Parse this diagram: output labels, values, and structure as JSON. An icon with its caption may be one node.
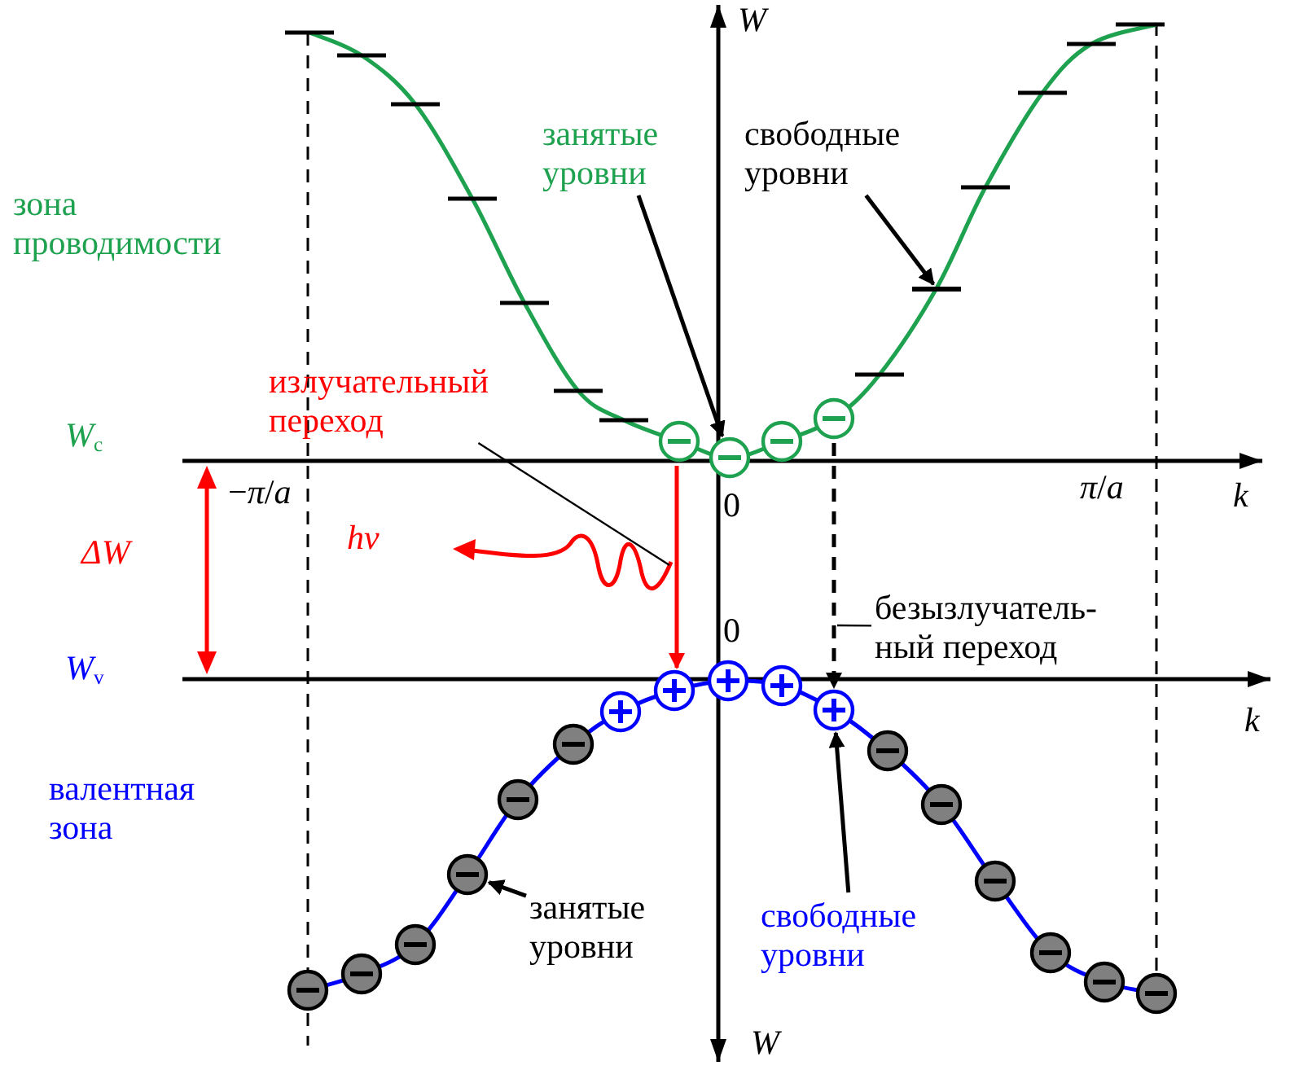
{
  "diagram": {
    "nodes": [
      {
        "text": [
          "занятые уровни"
        ]
      },
      {
        "text": [
          "свободные уровни"
        ]
      },
      {
        "text": [],
        "shape": "bar"
      },
      {
        "text": [
          "излучательный переход"
        ]
      },
      {
        "text": [],
        "shape": "circle"
      },
      {
        "text": [],
        "shape": "circle"
      },
      {
        "text": [],
        "shape": "circle"
      },
      {
        "text": [
          "безызлучатель- ный переход"
        ]
      },
      {
        "text": [],
        "shape": "circle"
      },
      {
        "text": [],
        "shape": "circle"
      },
      {
        "text": [],
        "shape": "circle"
      },
      {
        "text": [
          "занятые уровни"
        ]
      },
      {
        "text": [
          "свободные уровни"
        ]
      }
    ],
    "edges": [
      {
        "from": 0,
        "to": 5,
        "arrow": "to"
      },
      {
        "from": 1,
        "to": 2,
        "arrow": "to"
      },
      {
        "from": 3,
        "to": null,
        "arrow": "none"
      },
      {
        "from": 4,
        "to": 8,
        "arrow": "to",
        "color": "#ff0000"
      },
      {
        "from": 6,
        "to": 9,
        "arrow": "to",
        "style": "dashed"
      },
      {
        "from": 7,
        "to": null,
        "arrow": "none"
      },
      {
        "from": 11,
        "to": 10,
        "arrow": "to"
      },
      {
        "from": 12,
        "to": 9,
        "arrow": "to"
      }
    ],
    "labels": [
      "W",
      "зона проводимости",
      "*W*$_{c}$",
      "−*π*/*a*",
      "0",
      "*π*/*a*",
      "k",
      "ΔW",
      "hν",
      "0",
      "*W*$_{v}$",
      "k",
      "валентная зона",
      "W"
    ]
  }
}
